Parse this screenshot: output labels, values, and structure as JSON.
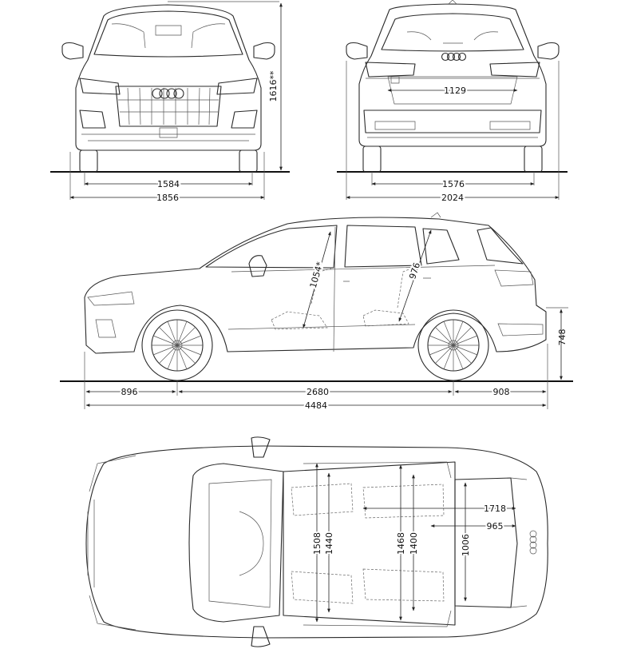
{
  "dimensions": {
    "front_height": "1616**",
    "front_track": "1584",
    "front_width": "1856",
    "rear_boot_width": "1129",
    "rear_track": "1576",
    "rear_width_mirrors": "2024",
    "side_front_headroom": "1054*",
    "side_rear_headroom": "976",
    "side_load_height": "748",
    "side_front_overhang": "896",
    "side_wheelbase": "2680",
    "side_rear_overhang": "908",
    "side_length": "4484",
    "top_boot_length": "1718",
    "top_boot_length_short": "965",
    "top_boot_width": "1006",
    "top_front_shoulder": "1508",
    "top_front_elbow": "1440",
    "top_rear_shoulder": "1468",
    "top_rear_elbow": "1400"
  }
}
